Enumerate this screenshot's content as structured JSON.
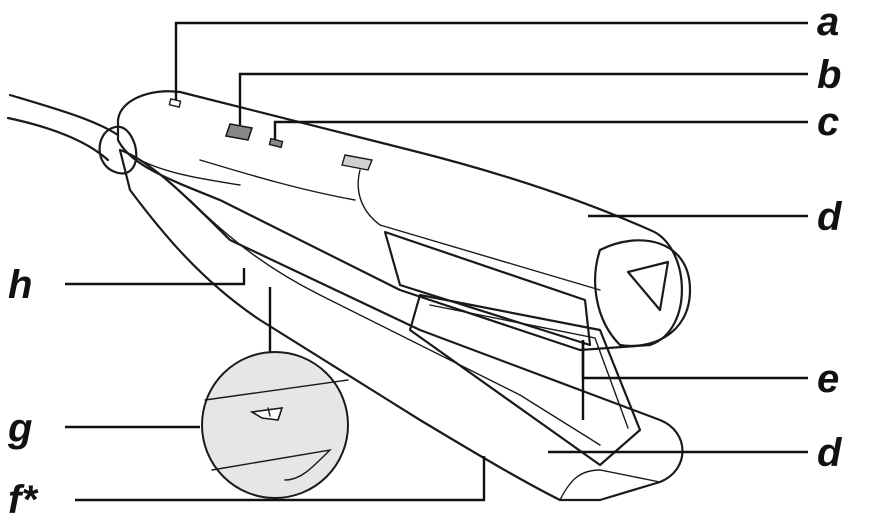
{
  "colors": {
    "background": "#ffffff",
    "body": "#e6e6e6",
    "body_shade": "#cfcfcf",
    "plate": "#b9b9b9",
    "outline": "#1a1a1a"
  },
  "callouts": [
    {
      "id": "a",
      "label": "a"
    },
    {
      "id": "b",
      "label": "b"
    },
    {
      "id": "c",
      "label": "c"
    },
    {
      "id": "d1",
      "label": "d"
    },
    {
      "id": "h",
      "label": "h"
    },
    {
      "id": "e",
      "label": "e"
    },
    {
      "id": "g",
      "label": "g"
    },
    {
      "id": "d2",
      "label": "d"
    },
    {
      "id": "f",
      "label": "f*"
    }
  ]
}
